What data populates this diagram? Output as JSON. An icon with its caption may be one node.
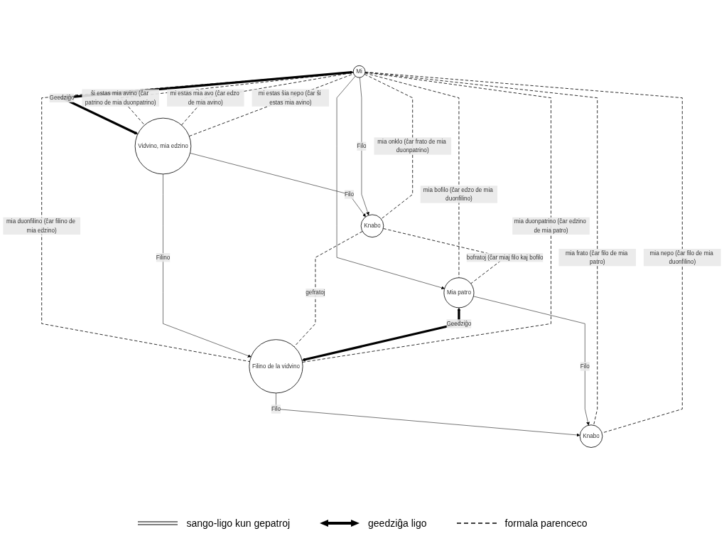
{
  "diagram": {
    "nodes": [
      {
        "text": [
          "Mi"
        ]
      },
      {
        "text": [
          "Vidvino, mia edzino"
        ]
      },
      {
        "text": [
          "Filino de la vidvino"
        ]
      },
      {
        "text": [
          "Knabo"
        ]
      },
      {
        "text": [
          "Mia patro"
        ]
      },
      {
        "text": [
          "Knabo"
        ]
      }
    ],
    "edges": [
      {
        "from": 2,
        "to": 0,
        "arrow": "none",
        "style": "dashed",
        "label": "mia duonpatrino (ĉar edzino de mia patro)"
      },
      {
        "from": 0,
        "to": 2,
        "arrow": "none",
        "style": "dashed",
        "label": "mia duonfilino (ĉar filino de mia edzino)"
      },
      {
        "from": 1,
        "to": 0,
        "arrow": "none",
        "style": "dashed",
        "label": "mi estas mia avo (ĉar edzo de mia avino)"
      },
      {
        "from": 1,
        "to": 0,
        "arrow": "none",
        "style": "dashed",
        "label": "mi estas ŝia nepo (ĉar ŝi estas mia avino)"
      },
      {
        "from": 0,
        "to": 1,
        "arrow": "both",
        "style": "thick",
        "label": "Geedziĝo"
      },
      {
        "from": 0,
        "to": 1,
        "arrow": "none",
        "style": "dashed",
        "label": "ŝi estas mia avino (ĉar patrino de mia duonpatrino)"
      },
      {
        "from": 1,
        "to": 2,
        "arrow": "to",
        "label": "Filino"
      },
      {
        "from": 1,
        "to": 3,
        "arrow": "to",
        "label": "Filo"
      },
      {
        "from": 0,
        "to": 3,
        "arrow": "to",
        "label": "Filo"
      },
      {
        "from": 3,
        "to": 2,
        "arrow": "none",
        "style": "dashed",
        "label": "gefratoj"
      },
      {
        "from": 0,
        "to": 3,
        "arrow": "none",
        "style": "dashed",
        "label": "mia onklo (ĉar frato de mia duonpatrino)"
      },
      {
        "from": 0,
        "to": 4,
        "arrow": "to"
      },
      {
        "from": 0,
        "to": 4,
        "arrow": "none",
        "style": "dashed",
        "label": "mia bofilo (ĉar edzo de mia duonfilino)"
      },
      {
        "from": 3,
        "to": 4,
        "arrow": "none",
        "style": "dashed",
        "label": "bofratoj (ĉar miaj filo kaj bofilo"
      },
      {
        "from": 4,
        "to": 2,
        "arrow": "both",
        "style": "thick",
        "label": "Geedziĝo"
      },
      {
        "from": 2,
        "to": 5,
        "arrow": "to",
        "label": "Filo"
      },
      {
        "from": 4,
        "to": 5,
        "arrow": "to",
        "label": "Filo"
      },
      {
        "from": 0,
        "to": 5,
        "arrow": "none",
        "style": "dashed",
        "label": "mia frato (ĉar filo de mia patro)"
      },
      {
        "from": 0,
        "to": 5,
        "arrow": "none",
        "style": "dashed",
        "label": "mia nepo (ĉar filo de mia duonfilino)"
      }
    ],
    "legend": [
      {
        "text": "sango-ligo kun gepatroj"
      },
      {
        "text": "geedziĝa ligo"
      },
      {
        "text": "formala parenceco"
      }
    ]
  }
}
